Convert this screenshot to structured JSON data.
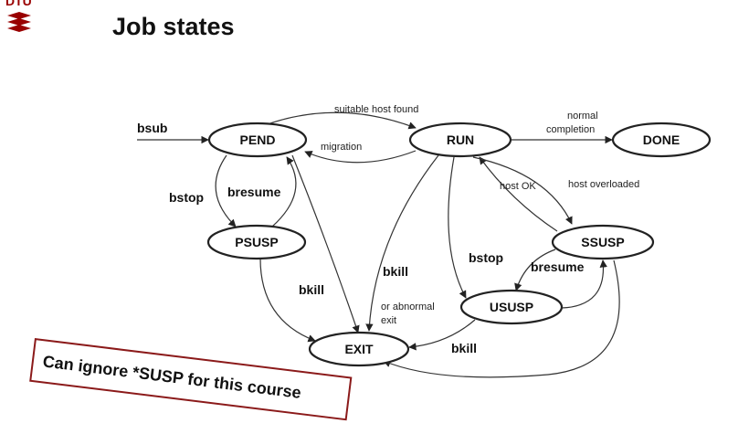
{
  "logo": {
    "text": "DTU"
  },
  "slide": {
    "title": "Job states"
  },
  "diagram": {
    "states": {
      "pend": "PEND",
      "run": "RUN",
      "done": "DONE",
      "psusp": "PSUSP",
      "ssusp": "SSUSP",
      "ususp": "USUSP",
      "exit": "EXIT"
    },
    "edges": {
      "bsub": "bsub",
      "suitable_host_found": "suitable host found",
      "migration": "migration",
      "normal": "normal",
      "completion": "completion",
      "bstop_left": "bstop",
      "bresume_left": "bresume",
      "host_ok": "host OK",
      "host_overloaded": "host overloaded",
      "bkill_psusp": "bkill",
      "bkill_run": "bkill",
      "or_abnormal": "or abnormal",
      "exit_word": "exit",
      "bstop_right": "bstop",
      "bresume_right": "bresume",
      "bkill_ususp": "bkill"
    }
  },
  "note": {
    "text": "Can ignore *SUSP for this course"
  }
}
